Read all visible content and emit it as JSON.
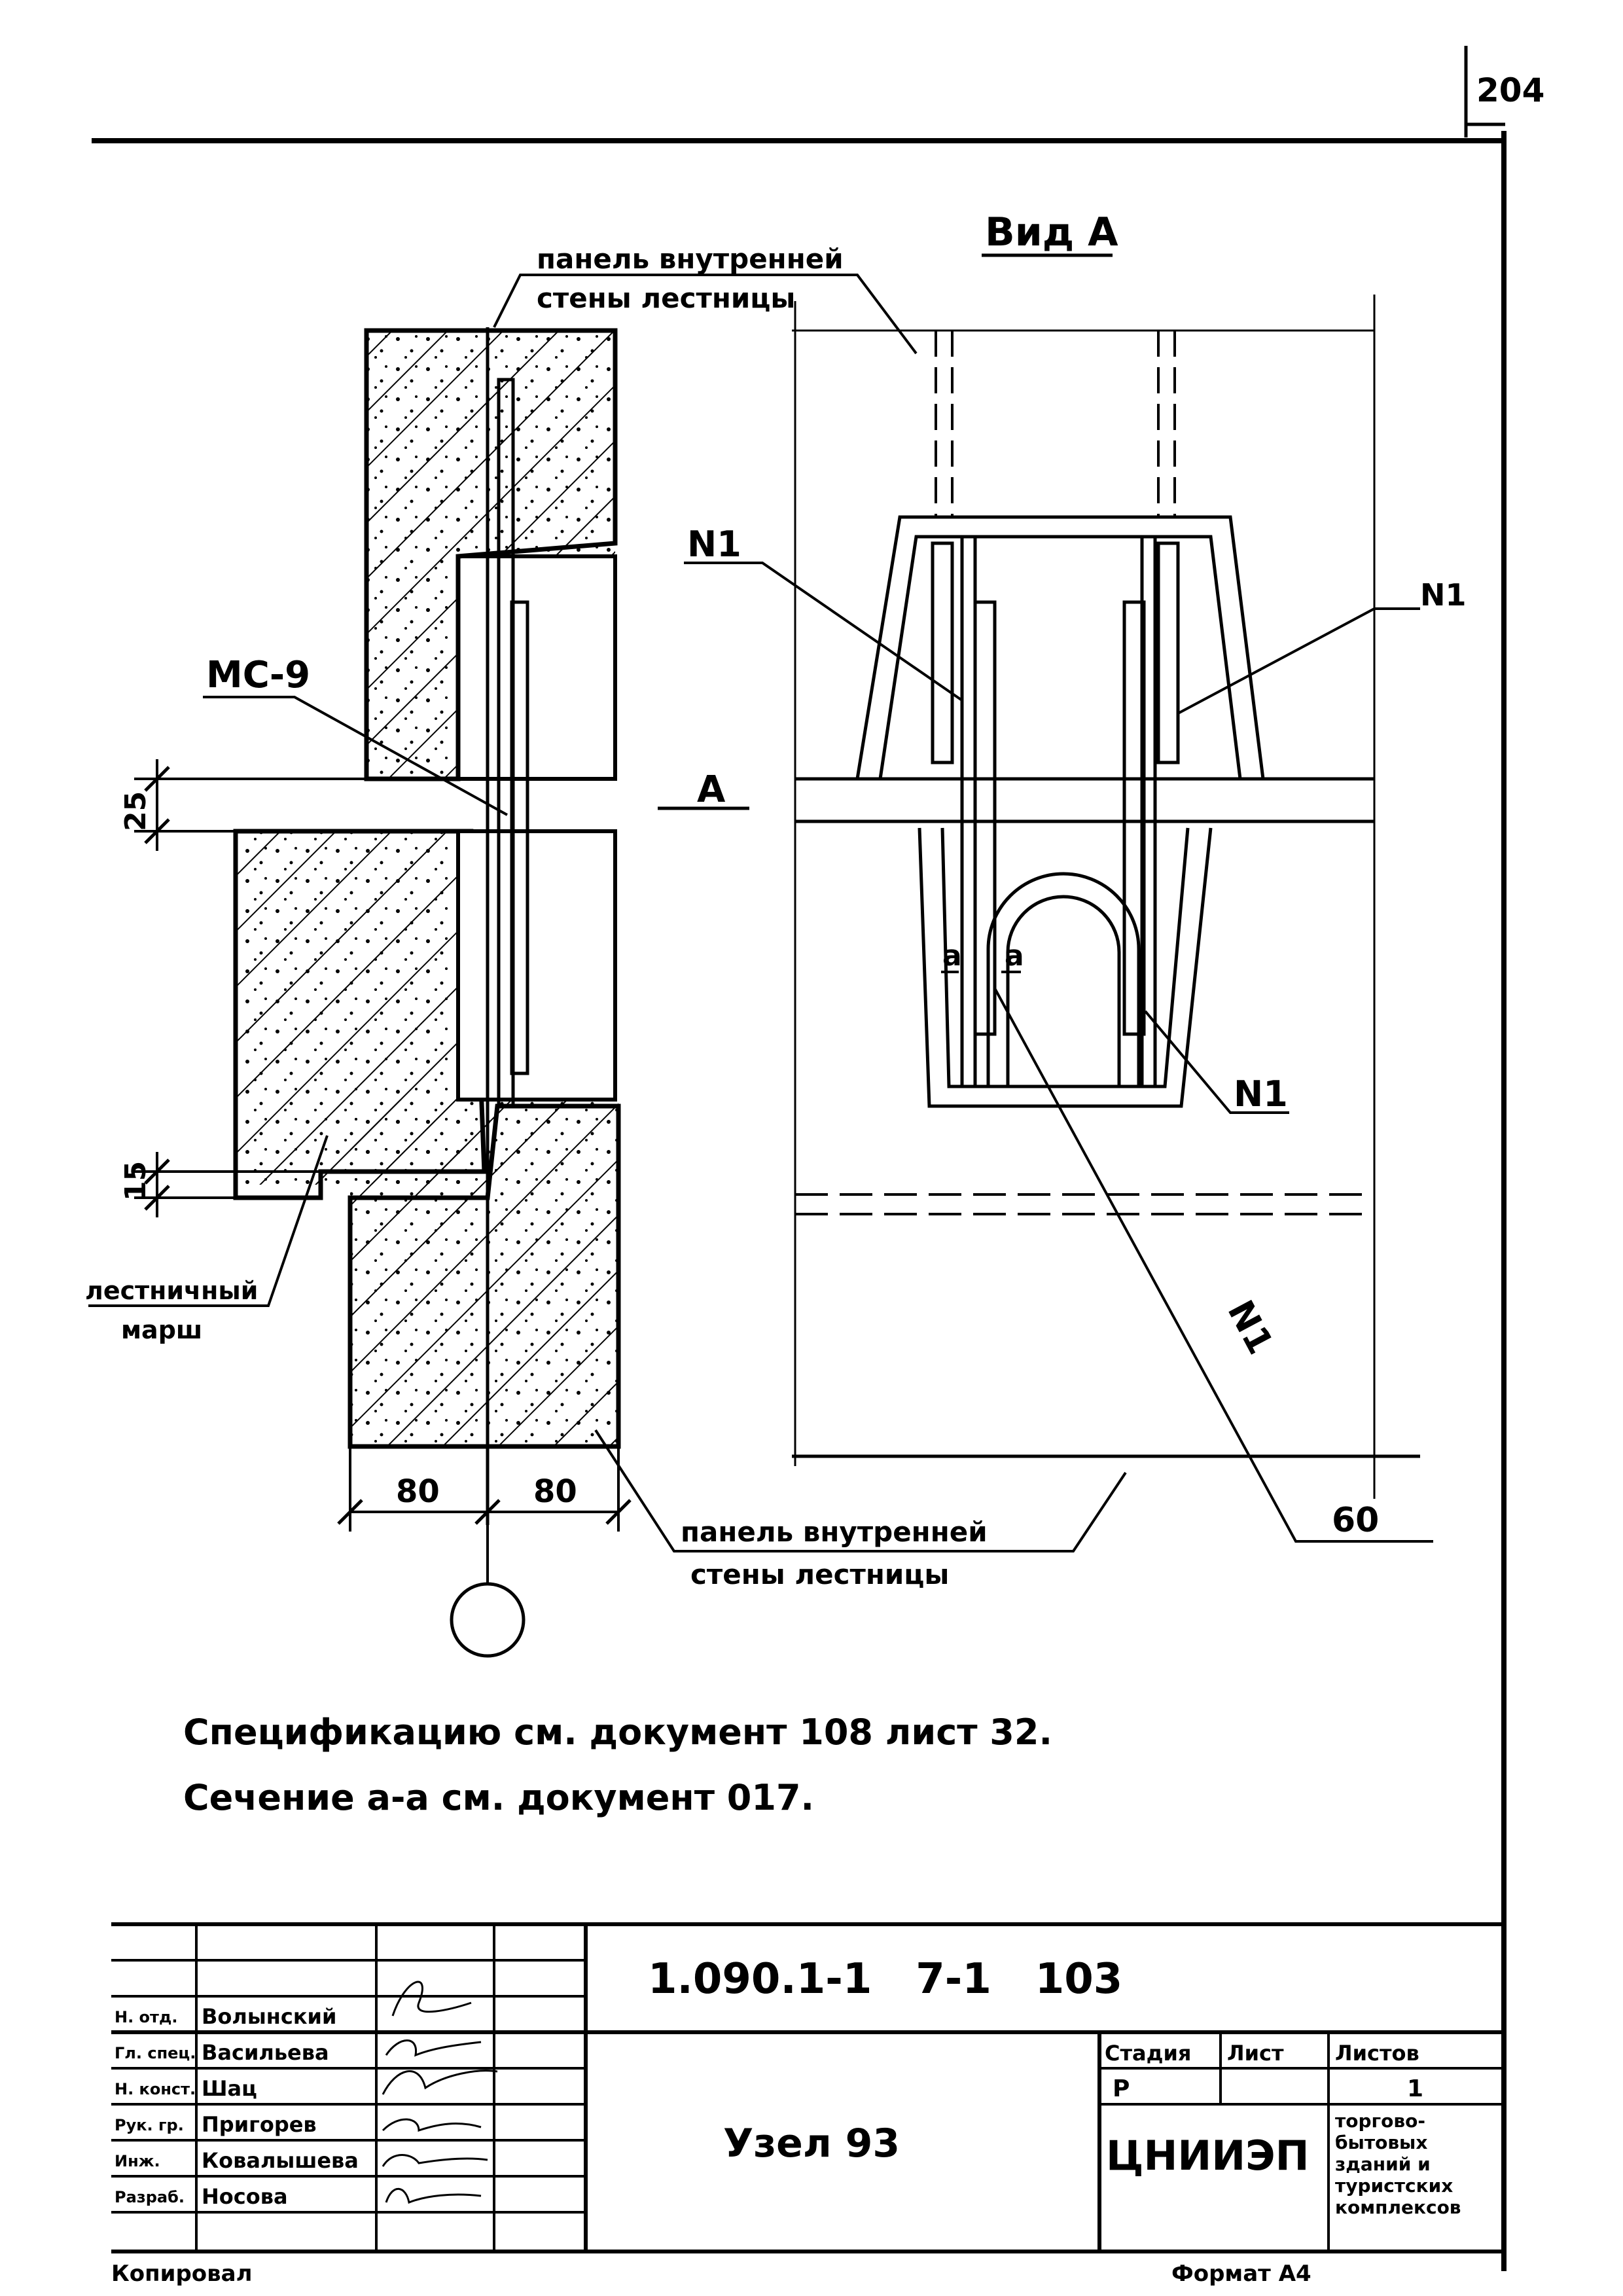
{
  "sheet_number": "204",
  "drawing": {
    "view_title": "Вид А",
    "section_mark": "А",
    "part_mc": "МС-9",
    "panel_label_top": [
      "панель внутренней",
      "стены лестницы"
    ],
    "panel_label_bottom": [
      "панель внутренней",
      "стены лестницы"
    ],
    "stair_label": [
      "лестничный",
      "марш"
    ],
    "n1_labels": [
      "N1",
      "N1",
      "N1",
      "N1"
    ],
    "cut_a_left": "а",
    "cut_a_right": "а",
    "dim_25": "25",
    "dim_15": "15",
    "dim_80_left": "80",
    "dim_80_right": "80",
    "weld_60": "60"
  },
  "notes": [
    "Спецификацию см. документ 108 лист 32.",
    "Сечение а-а см. документ 017."
  ],
  "title_block": {
    "doc_code": "1.090.1-1   7-1   103",
    "title": "Узел 93",
    "stage_header": "Стадия",
    "sheet_header": "Лист",
    "sheets_header": "Листов",
    "stage_value": "Р",
    "sheets_value": "1",
    "org": "ЦНИИЭП",
    "org_desc": [
      "торгово-",
      "бытовых",
      "зданий и",
      "туристских",
      "комплексов"
    ],
    "roles": [
      "Н. отд.",
      "Гл. спец.",
      "Н. конст.",
      "Рук. гр.",
      "Инж.",
      "Разраб."
    ],
    "names": [
      "Волынский",
      "Васильева",
      "Шац",
      "Пригорев",
      "Ковалышева",
      "Носова"
    ],
    "bottom_line": [
      "Копировал",
      "Формат А4"
    ]
  }
}
